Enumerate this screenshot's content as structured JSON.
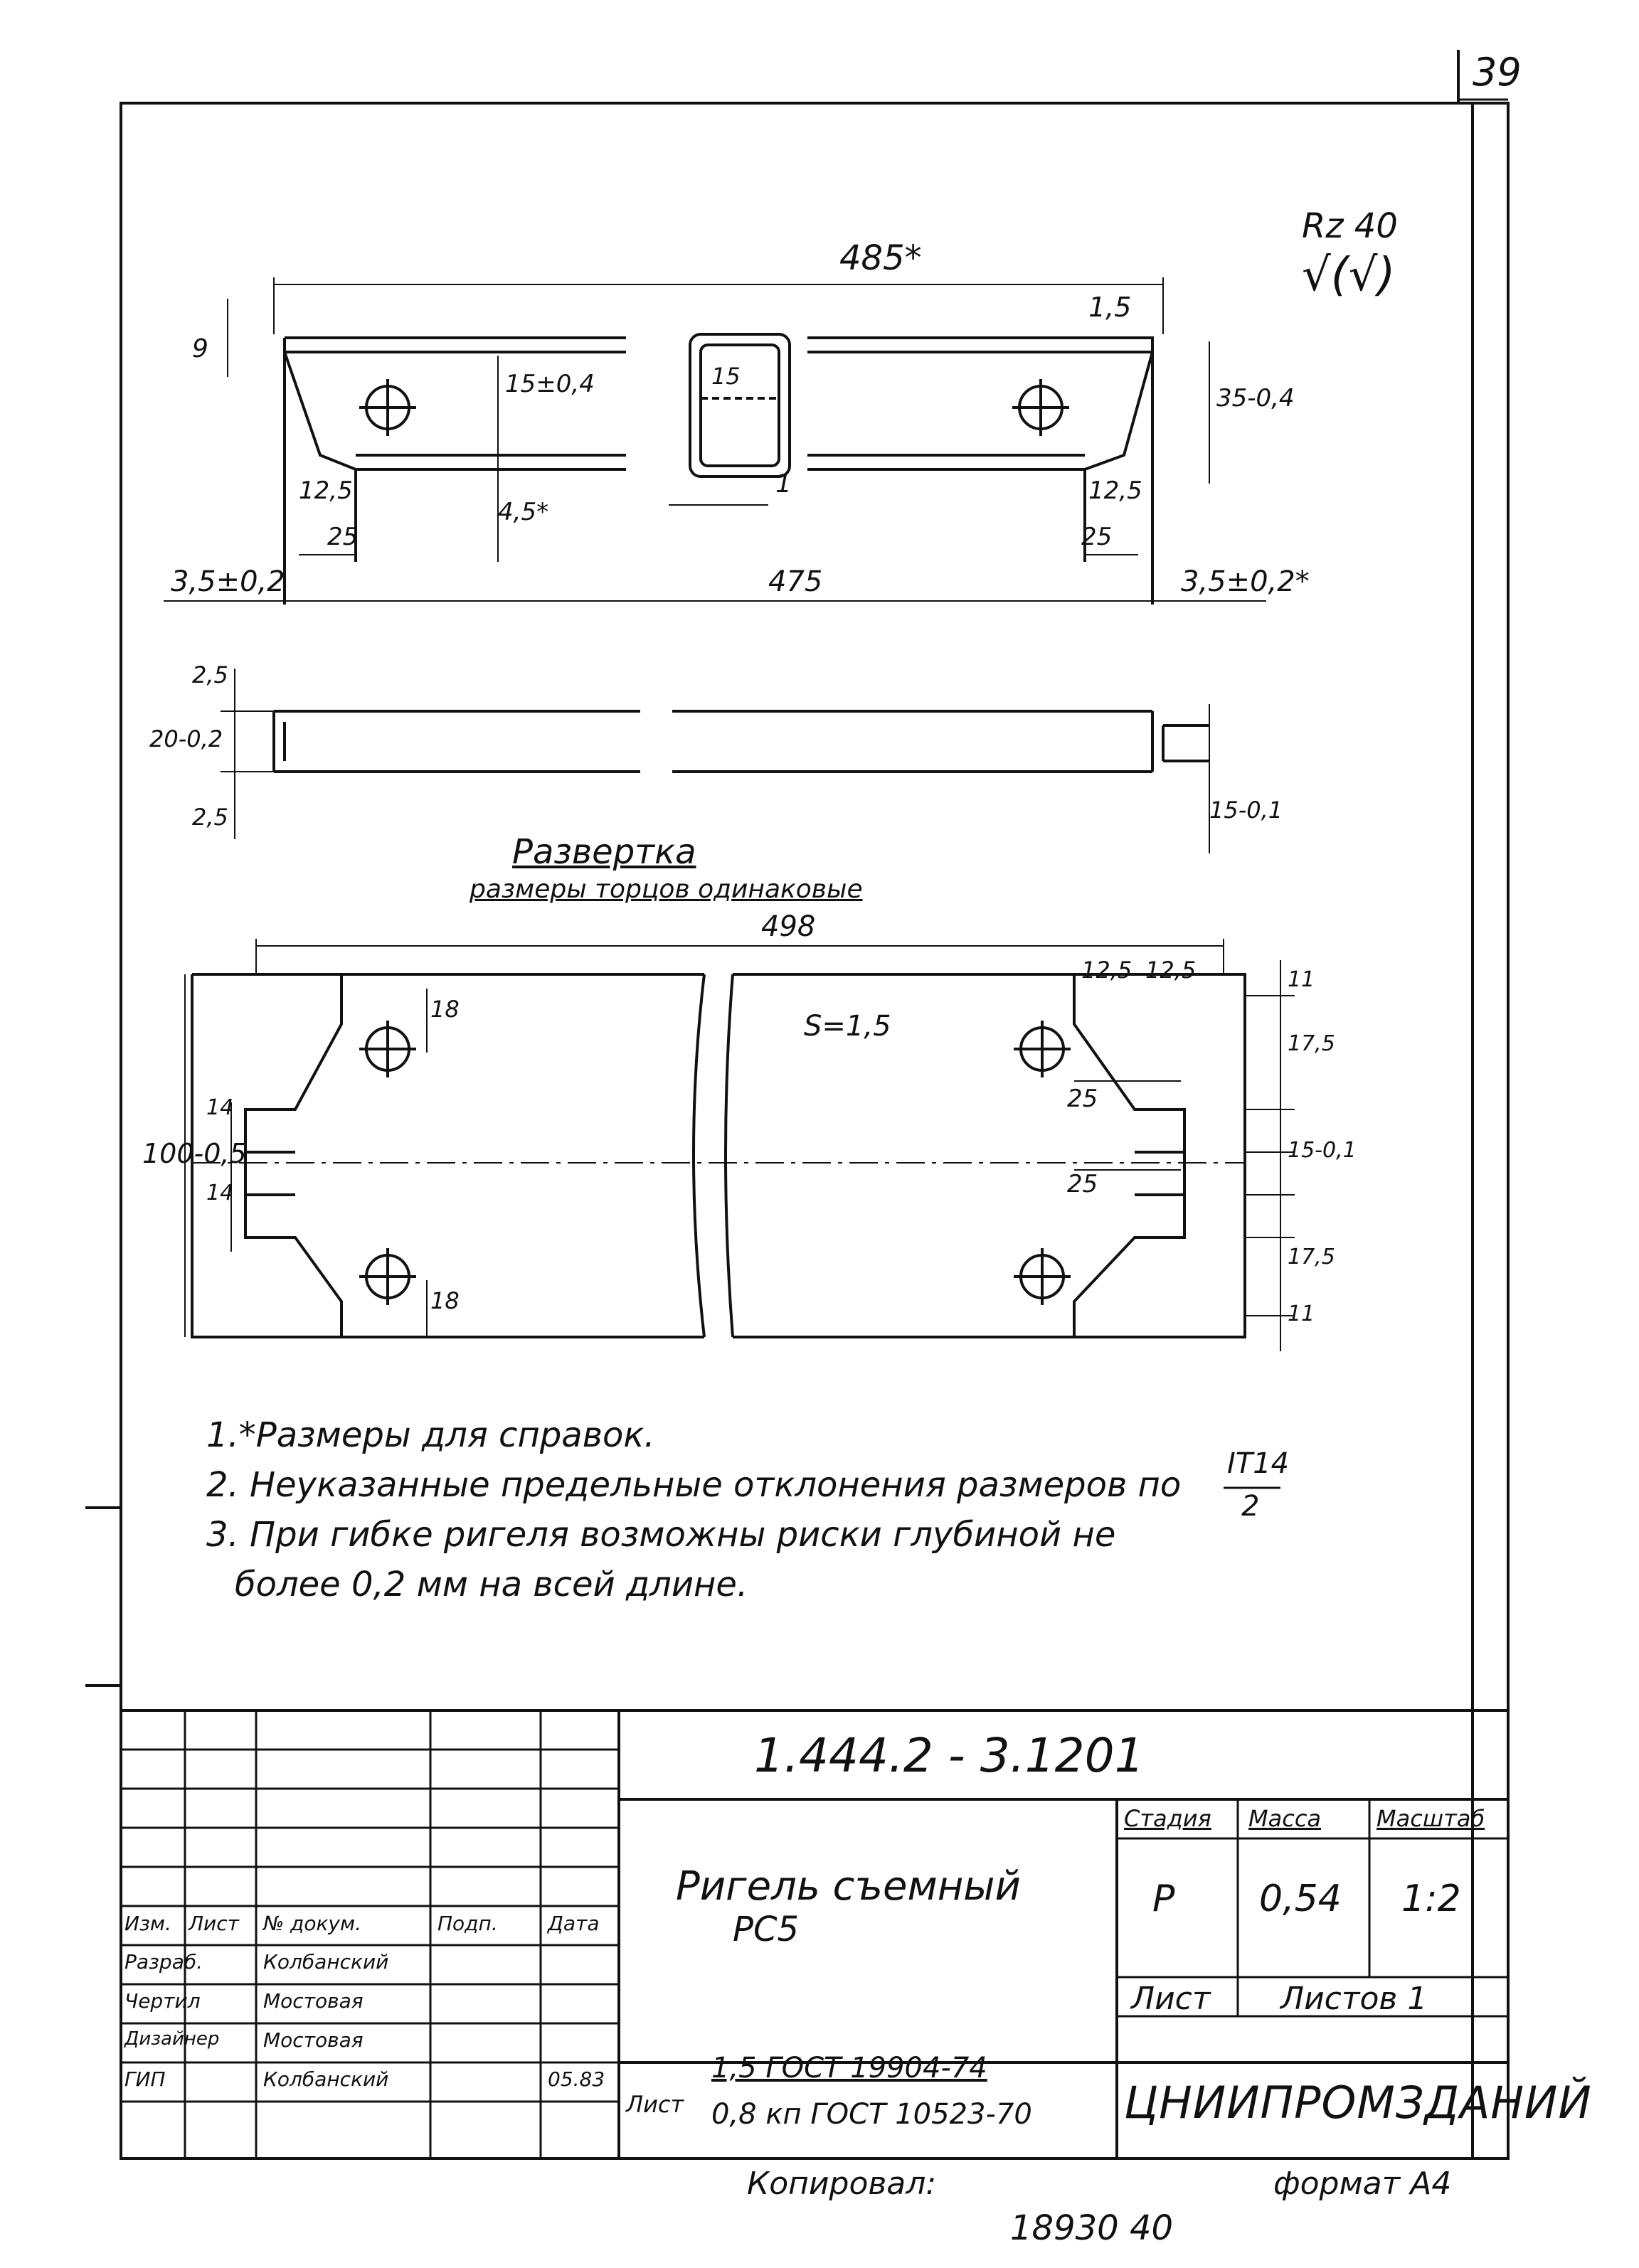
{
  "sheet_number": "39",
  "surface": {
    "roughness": "Rz 40",
    "symbol": "√(√)"
  },
  "view_top": {
    "dims": {
      "overall": "485*",
      "left_end": "3,5±0,2",
      "center": "475",
      "right_end": "3,5±0,2*",
      "right_offset": "1,5",
      "height_left": "9",
      "height_15": "15±0,4",
      "height_45": "4,5*",
      "height_right": "35-0,4",
      "left_12_5": "12,5",
      "left_25": "25",
      "right_12_5": "12,5",
      "right_25": "25",
      "section_dim": "15",
      "section_wall": "1"
    }
  },
  "view_side": {
    "dims": {
      "left_top": "2,5",
      "left_mid": "20-0,2",
      "left_bot": "2,5",
      "right": "15-0,1"
    }
  },
  "development": {
    "title": "Развертка",
    "subtitle": "размеры торцов одинаковые",
    "length": "498",
    "height": "100-0,5",
    "thickness": "S=1,5",
    "top_right_1": "12,5",
    "top_right_2": "12,5",
    "hole_18_top": "18",
    "hole_18_bot": "18",
    "left_14_a": "14",
    "left_14_b": "14",
    "mid_25_a": "25",
    "mid_25_b": "25",
    "right_11_a": "11",
    "right_17_5_a": "17,5",
    "right_15": "15-0,1",
    "right_17_5_b": "17,5",
    "right_11_b": "11"
  },
  "notes": [
    "1.*Размеры для справок.",
    "2. Неуказанные предельные отклонения размеров по",
    "3. При гибке ригеля возможны риски глубиной не",
    "более 0,2 мм на всей длине."
  ],
  "notes_fraction": {
    "top": "IT14",
    "bottom": "2"
  },
  "title_block": {
    "designation": "1.444.2 - 3.1201",
    "name_line1": "Ригель съемный",
    "name_line2": "РС5",
    "headers": {
      "izm": "Изм.",
      "list": "Лист",
      "doc": "№ докум.",
      "sign": "Подп.",
      "date": "Дата"
    },
    "people": [
      {
        "role": "Разраб.",
        "name": "Колбанский"
      },
      {
        "role": "Чертил",
        "name": "Мостовая"
      },
      {
        "role": "Дизайнер",
        "name": "Мостовая"
      },
      {
        "role": "ГИП",
        "name": "Колбанский",
        "date": "05.83"
      }
    ],
    "stage_label": "Стадия",
    "mass_label": "Масса",
    "scale_label": "Масштаб",
    "stage": "Р",
    "mass": "0,54",
    "scale": "1:2",
    "sheet_label": "Лист",
    "sheets_label": "Листов 1",
    "material_prefix": "Лист",
    "material_top": "1,5 ГОСТ 19904-74",
    "material_bottom": "0,8 кп ГОСТ 10523-70",
    "organization": "ЦНИИПРОМЗДАНИЙ"
  },
  "copied_by": "Копировал:",
  "format": "формат А4",
  "archive_number": "18930 40"
}
